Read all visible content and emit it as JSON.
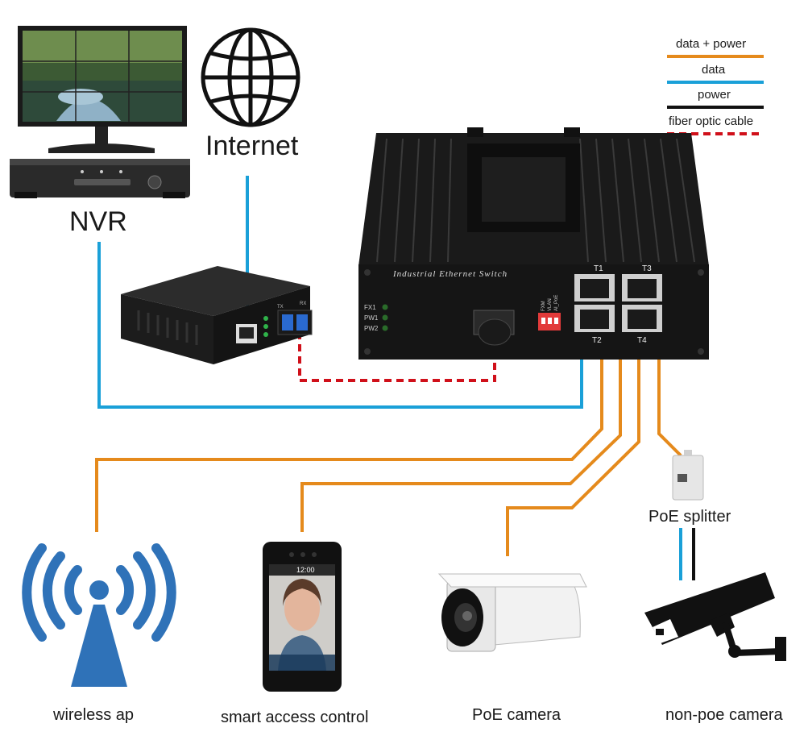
{
  "labels": {
    "nvr": "NVR",
    "internet": "Internet",
    "poe_splitter": "PoE splitter",
    "wireless_ap": "wireless ap",
    "smart_access": "smart access control",
    "poe_camera": "PoE camera",
    "non_poe_camera": "non-poe camera"
  },
  "legend": [
    {
      "label": "data + power",
      "color": "#e58a1c",
      "style": "solid"
    },
    {
      "label": "data",
      "color": "#1aa0d8",
      "style": "solid"
    },
    {
      "label": "power",
      "color": "#111111",
      "style": "solid"
    },
    {
      "label": "fiber optic cable",
      "color": "#d0101a",
      "style": "dashed"
    }
  ],
  "switch": {
    "title": "Industrial Ethernet Switch",
    "leds": [
      "FX1",
      "PW1",
      "PW2"
    ],
    "dip_labels": [
      "FXM",
      "VLAN",
      "AI_PoE"
    ],
    "ports": [
      "T1",
      "T3",
      "T2",
      "T4"
    ]
  },
  "converter": {
    "port_labels": [
      "TX",
      "RX"
    ]
  },
  "access_control": {
    "time": "12:00"
  },
  "colors": {
    "data_power": "#e58a1c",
    "data": "#1aa0d8",
    "power": "#111111",
    "fiber": "#d0101a",
    "device_dark": "#1c1c1c",
    "wifi_blue": "#2f72b8"
  }
}
